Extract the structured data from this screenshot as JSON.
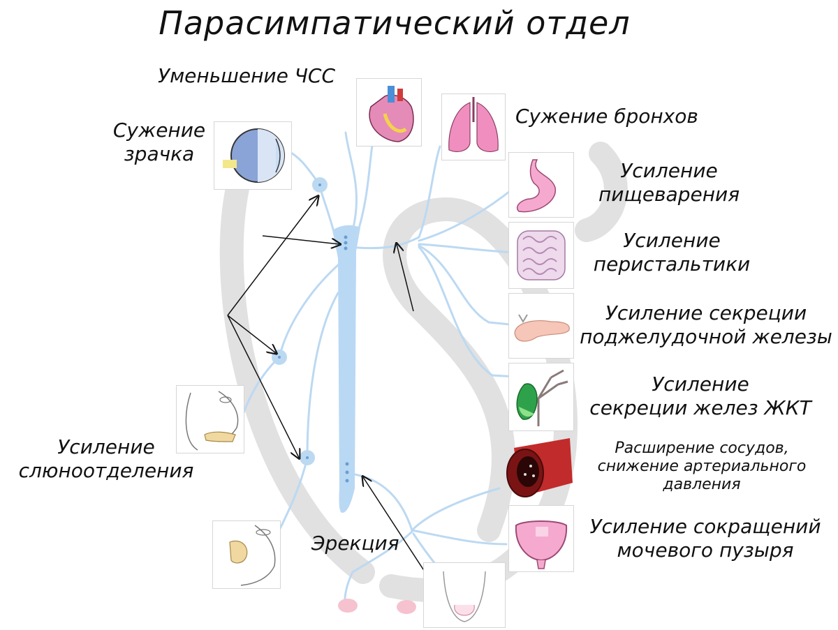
{
  "title": "Парасимпатический отдел",
  "labels": {
    "heart_rate": "Уменьшение ЧСС",
    "pupil_line1": "Сужение",
    "pupil_line2": "зрачка",
    "bronchi": "Сужение бронхов",
    "digestion_line1": "Усиление",
    "digestion_line2": "пищеварения",
    "peristalsis_line1": "Усиление",
    "peristalsis_line2": "перистальтики",
    "pancreas_line1": "Усиление секреции",
    "pancreas_line2": "поджелудочной железы",
    "gi_glands_line1": "Усиление",
    "gi_glands_line2": "секреции желез ЖКТ",
    "salivation_line1": "Усиление",
    "salivation_line2": "слюноотделения",
    "vessels_line1": "Расширение сосудов,",
    "vessels_line2": "снижение артериального",
    "vessels_line3": "давления",
    "bladder_line1": "Усиление сокращений",
    "bladder_line2": "мочевого пузыря",
    "erection": "Эрекция"
  },
  "colors": {
    "nerve": "#bcd9f2",
    "spinal_cord": "#b9d8f4",
    "watermark": "#d9d9d9",
    "arrow": "#111111"
  },
  "icons": [
    "eye-icon",
    "heart-icon",
    "lungs-icon",
    "stomach-icon",
    "intestine-icon",
    "pancreas-icon",
    "gallbladder-icon",
    "blood-vessel-icon",
    "bladder-icon",
    "salivary-gland-icon",
    "face-gland-icon",
    "genitals-icon",
    "uterus-icon"
  ]
}
